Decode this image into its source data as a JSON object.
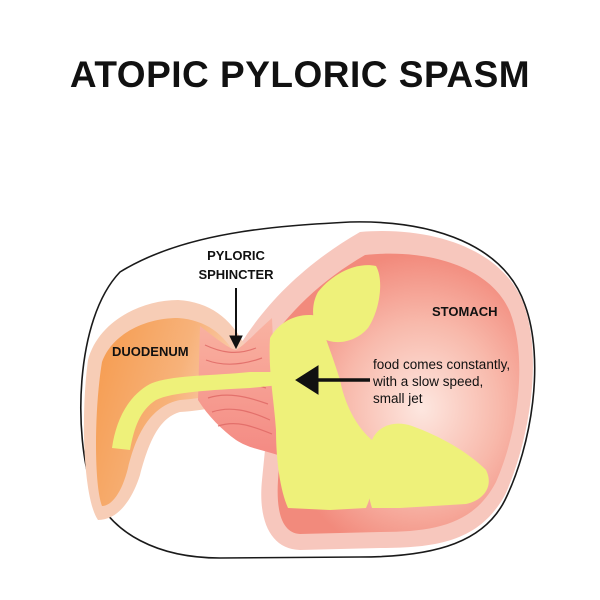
{
  "title": "ATOPIC PYLORIC SPASM",
  "labels": {
    "pyloric_line1": "PYLORIC",
    "pyloric_line2": "SPHINCTER",
    "duodenum": "DUODENUM",
    "stomach": "STOMACH",
    "note_line1": "food comes constantly,",
    "note_line2": "with a slow speed,",
    "note_line3": "small jet"
  },
  "colors": {
    "outline": "#1a1a1a",
    "duodenum_outer": "#f7c2a0",
    "duodenum_inner": "#f6a154",
    "stomach_wall": "#f5b2a6",
    "stomach_inner": "#f58f84",
    "food": "#eef17a",
    "arrow": "#111111"
  }
}
